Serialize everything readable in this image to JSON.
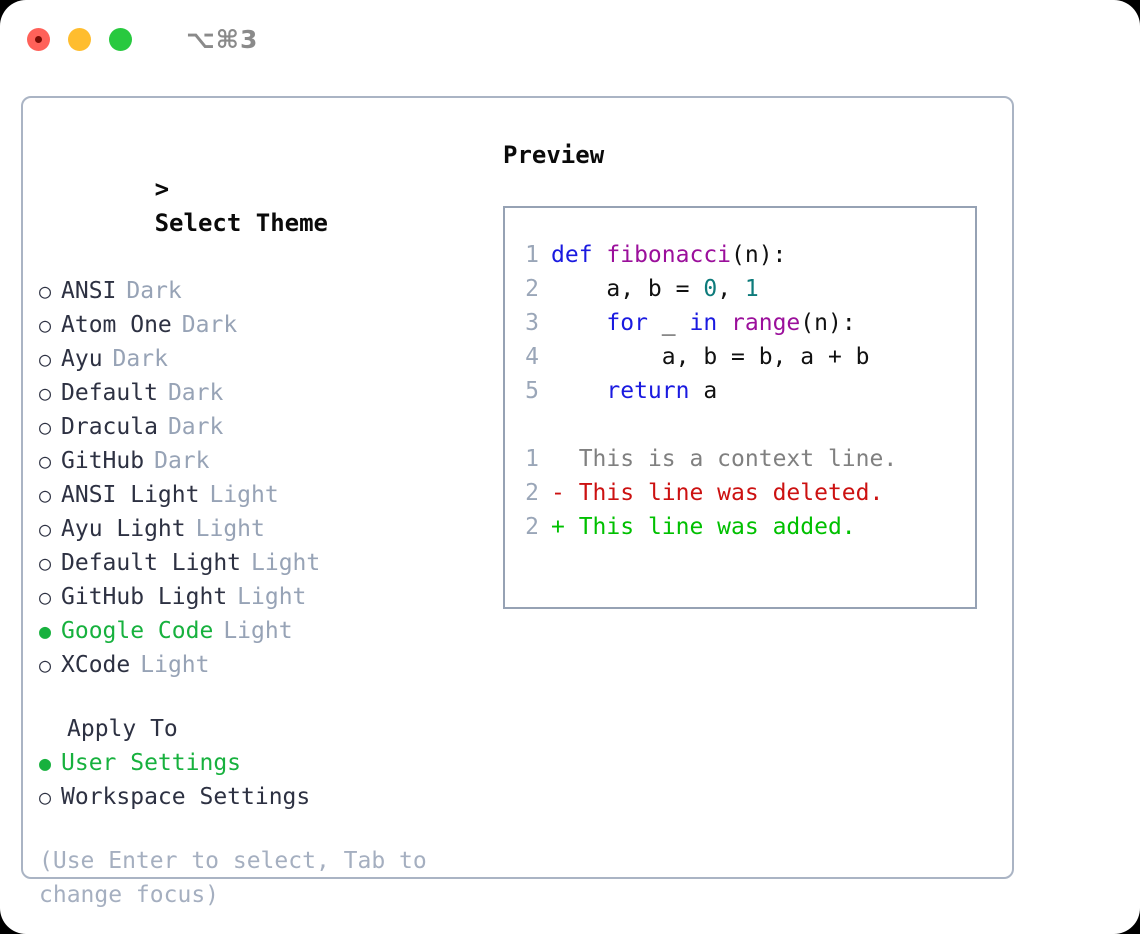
{
  "window": {
    "shortcut_label": "⌥⌘3",
    "traffic_lights": [
      "close",
      "minimize",
      "maximize"
    ]
  },
  "theme_picker": {
    "header": "Select Theme",
    "prompt": ">",
    "bullet_selected": "●",
    "bullet_unselected": "○",
    "items": [
      {
        "label": "ANSI",
        "tag": "Dark",
        "selected": false
      },
      {
        "label": "Atom One",
        "tag": "Dark",
        "selected": false
      },
      {
        "label": "Ayu",
        "tag": "Dark",
        "selected": false
      },
      {
        "label": "Default",
        "tag": "Dark",
        "selected": false
      },
      {
        "label": "Dracula",
        "tag": "Dark",
        "selected": false
      },
      {
        "label": "GitHub",
        "tag": "Dark",
        "selected": false
      },
      {
        "label": "ANSI Light",
        "tag": "Light",
        "selected": false
      },
      {
        "label": "Ayu Light",
        "tag": "Light",
        "selected": false
      },
      {
        "label": "Default Light",
        "tag": "Light",
        "selected": false
      },
      {
        "label": "GitHub Light",
        "tag": "Light",
        "selected": false
      },
      {
        "label": "Google Code",
        "tag": "Light",
        "selected": true
      },
      {
        "label": "XCode",
        "tag": "Light",
        "selected": false
      }
    ]
  },
  "apply_to": {
    "title": "Apply To",
    "options": [
      {
        "label": "User Settings",
        "selected": true
      },
      {
        "label": "Workspace Settings",
        "selected": false
      }
    ]
  },
  "hint": "(Use Enter to select, Tab to change focus)",
  "preview": {
    "title": "Preview",
    "code_lines": [
      {
        "no": "1",
        "tokens": [
          {
            "t": "def ",
            "c": "tok-kw"
          },
          {
            "t": "fibonacci",
            "c": "tok-fn"
          },
          {
            "t": "(n):",
            "c": "tok-pl"
          }
        ]
      },
      {
        "no": "2",
        "tokens": [
          {
            "t": "    a, b = ",
            "c": "tok-pl"
          },
          {
            "t": "0",
            "c": "tok-num"
          },
          {
            "t": ", ",
            "c": "tok-pl"
          },
          {
            "t": "1",
            "c": "tok-num"
          }
        ]
      },
      {
        "no": "3",
        "tokens": [
          {
            "t": "    ",
            "c": "tok-pl"
          },
          {
            "t": "for",
            "c": "tok-kw"
          },
          {
            "t": " _ ",
            "c": "tok-pl"
          },
          {
            "t": "in",
            "c": "tok-kw"
          },
          {
            "t": " ",
            "c": "tok-pl"
          },
          {
            "t": "range",
            "c": "tok-fn"
          },
          {
            "t": "(n):",
            "c": "tok-pl"
          }
        ]
      },
      {
        "no": "4",
        "tokens": [
          {
            "t": "        a, b = b, a + b",
            "c": "tok-pl"
          }
        ]
      },
      {
        "no": "5",
        "tokens": [
          {
            "t": "    ",
            "c": "tok-pl"
          },
          {
            "t": "return",
            "c": "tok-kw"
          },
          {
            "t": " a",
            "c": "tok-pl"
          }
        ]
      }
    ],
    "diff_lines": [
      {
        "no": "1",
        "marker": "  ",
        "text": "This is a context line.",
        "kind": "diff-ctx"
      },
      {
        "no": "2",
        "marker": "- ",
        "text": "This line was deleted.",
        "kind": "diff-del"
      },
      {
        "no": "2",
        "marker": "+ ",
        "text": "This line was added.",
        "kind": "diff-add"
      }
    ]
  },
  "colors": {
    "accent_green": "#17b13e",
    "muted": "#97a3b6",
    "text": "#2d3142",
    "border": "#96a2b4",
    "keyword": "#1a1ae0",
    "function": "#9b0f9b",
    "number": "#0d7b7b",
    "diff_add": "#00c000",
    "diff_del": "#cc1111",
    "diff_ctx": "#808080"
  }
}
